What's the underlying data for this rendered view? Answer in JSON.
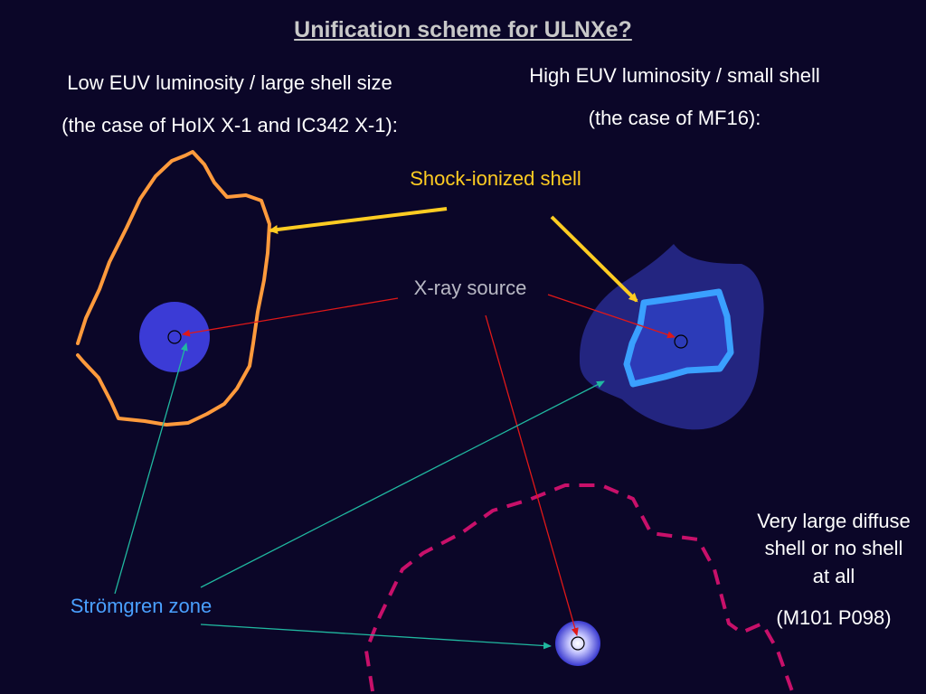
{
  "title": "Unification scheme for ULNXe?",
  "left_case": {
    "heading_line1": "Low EUV luminosity / large shell size",
    "heading_line2": "(the case of HoIX X-1 and IC342 X-1):"
  },
  "right_case": {
    "heading_line1": "High EUV luminosity / small shell",
    "heading_line2": "(the case of MF16):"
  },
  "labels": {
    "shock_ionized_shell": "Shock-ionized shell",
    "xray_source": "X-ray source",
    "stromgren_zone": "Strömgren zone",
    "diffuse_shell": "Very large diffuse shell or no shell at all",
    "m101": "(M101 P098)"
  },
  "colors": {
    "background": "#0b0628",
    "large_shell": "#ff9a3c",
    "small_shell": "#3aa0ff",
    "shock_arrow": "#ffcc22",
    "xray_arrow": "#e01818",
    "stromgren_arrow": "#20b8a0",
    "diffuse_shell": "#c8106a",
    "stromgren_fill": "#3b3bd6",
    "nebula_fill": "#232580"
  }
}
